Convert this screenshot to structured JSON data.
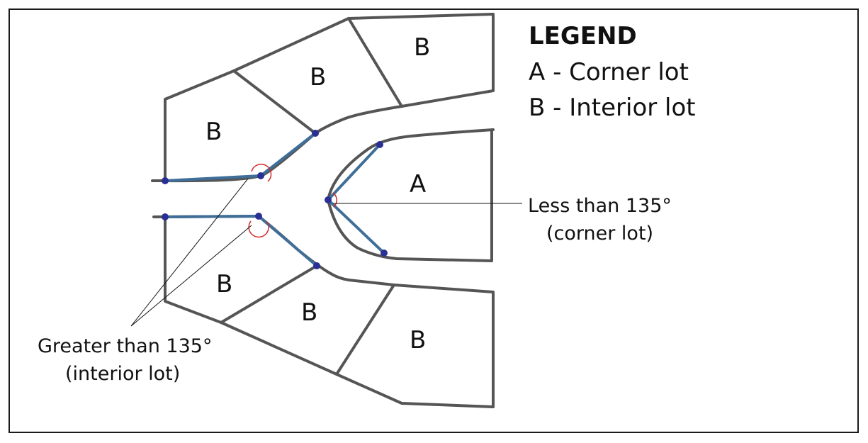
{
  "legend": {
    "title": "LEGEND",
    "items": [
      "A - Corner lot",
      "B - Interior lot"
    ]
  },
  "lots": {
    "b_top_left": "B",
    "b_top_middle": "B",
    "b_top_right": "B",
    "a_corner": "A",
    "b_bottom_left": "B",
    "b_bottom_middle": "B",
    "b_bottom_right": "B"
  },
  "annotations": {
    "less_line1": "Less than 135°",
    "less_line2": "(corner lot)",
    "greater_line1": "Greater than 135°",
    "greater_line2": "(interior lot)"
  },
  "colors": {
    "lot_line": "#555555",
    "frontage_line": "#3f6e99",
    "vertex_dot": "#2a2f94",
    "angle_arc": "#d42a2a"
  }
}
